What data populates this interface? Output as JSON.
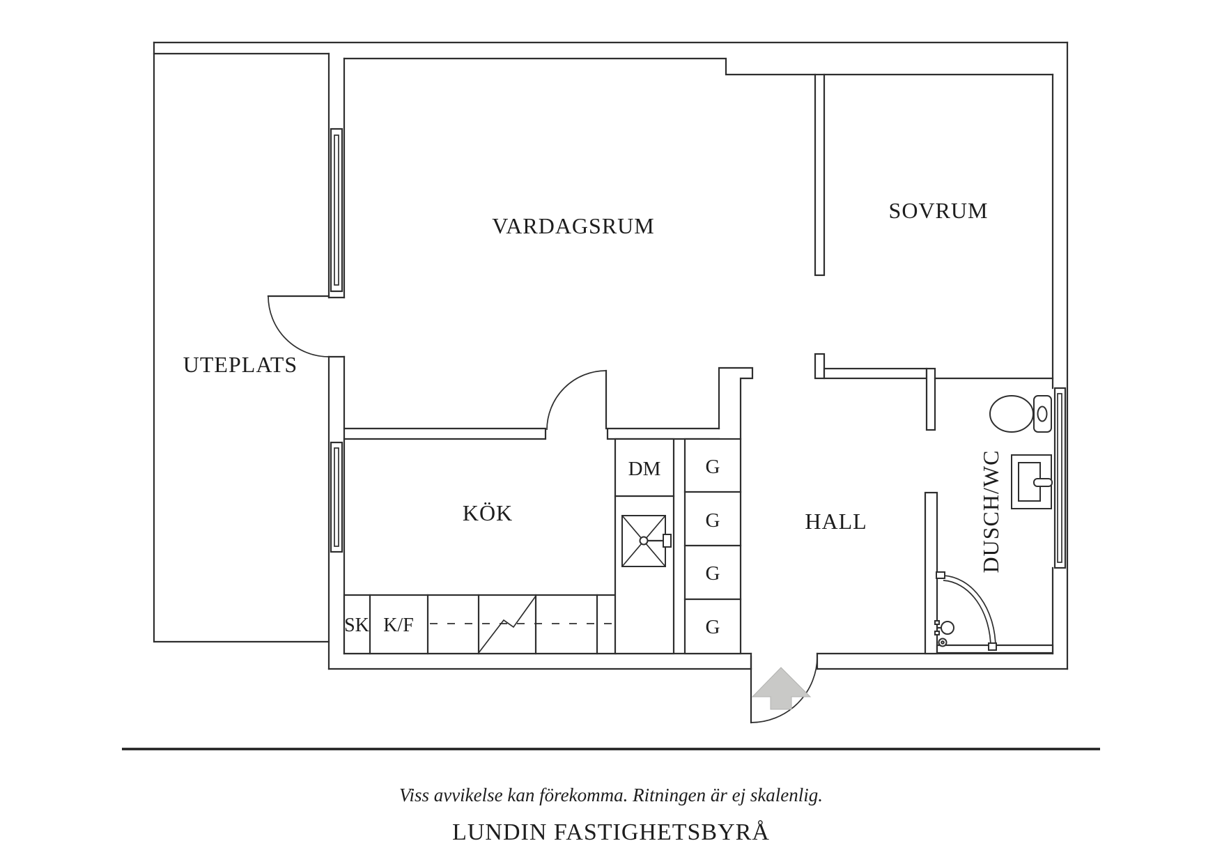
{
  "plan": {
    "type": "apartment floor plan",
    "colors": {
      "background": "#ffffff",
      "line": "#2e2e2e",
      "text": "#1d1d1d",
      "arrow_fill": "#c9c9c7"
    },
    "rooms": {
      "living_room": "VARDAGSRUM",
      "bedroom": "SOVRUM",
      "kitchen": "KÖK",
      "hall": "HALL",
      "patio": "UTEPLATS",
      "bathroom": "DUSCH/WC"
    },
    "closets": {
      "dishwasher": "DM",
      "wardrobe": "G",
      "cleaning_cabinet": "SK",
      "fridge_freezer": "K/F"
    },
    "icons": [
      "toilet-icon",
      "washbasin-icon",
      "shower-icon",
      "kitchen-sink-icon",
      "fridge-diagonal-symbol",
      "entrance-arrow-icon",
      "window-symbol",
      "door-arc-symbol"
    ]
  },
  "footer": {
    "disclaimer": "Viss avvikelse kan förekomma. Ritningen är ej skalenlig.",
    "agency": "LUNDIN FASTIGHETSBYRÅ"
  }
}
